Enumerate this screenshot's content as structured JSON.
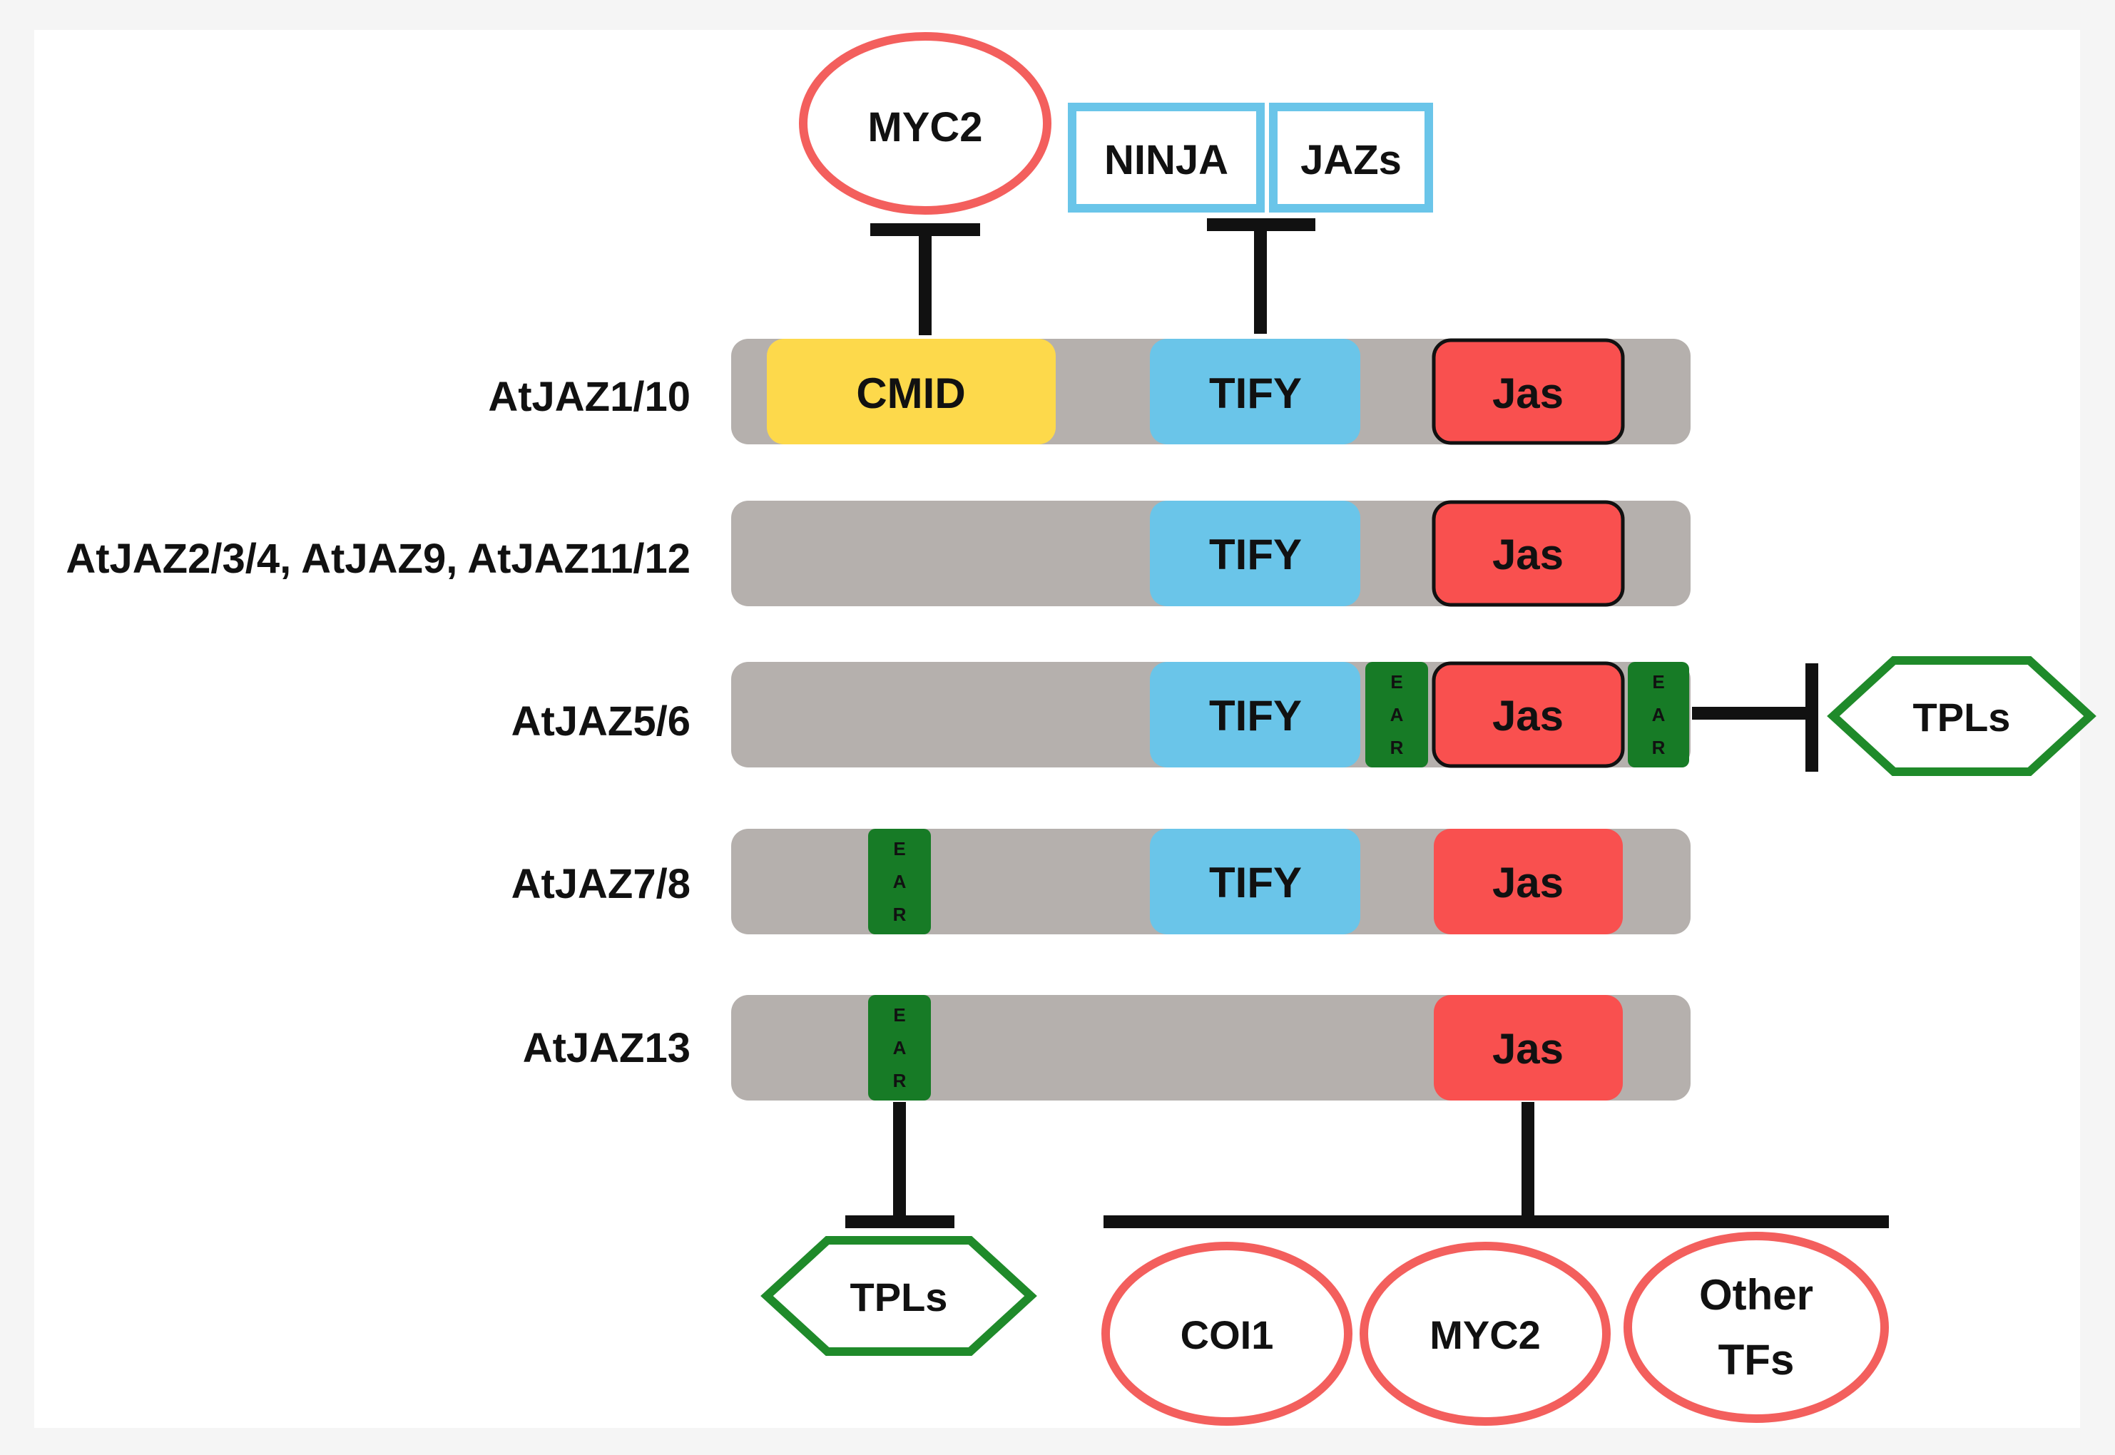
{
  "proteins": [
    {
      "label": "AtJAZ1/10"
    },
    {
      "label": "AtJAZ2/3/4, AtJAZ9, AtJAZ11/12"
    },
    {
      "label": "AtJAZ5/6"
    },
    {
      "label": "AtJAZ7/8"
    },
    {
      "label": "AtJAZ13"
    }
  ],
  "domains": {
    "cmid": "CMID",
    "tify": "TIFY",
    "jas": "Jas",
    "ear_letters": [
      "E",
      "A",
      "R"
    ]
  },
  "partners": {
    "top_myc2": "MYC2",
    "ninja": "NINJA",
    "jazs": "JAZs",
    "tpls_right": "TPLs",
    "tpls_bottom": "TPLs",
    "coi1": "COI1",
    "bottom_myc2": "MYC2",
    "other_tfs_line1": "Other",
    "other_tfs_line2": "TFs"
  },
  "colors": {
    "background": "#f5f5f5",
    "panel": "#ffffff",
    "bar": "#b5b0ad",
    "cmid": "#fdd94b",
    "tify": "#6ac5e9",
    "jas": "#f9504f",
    "ear": "#177b26",
    "red_outline": "#f35f5d",
    "blue_outline": "#6ac5e9",
    "green_outline": "#1f8a2a",
    "line": "#111111"
  }
}
